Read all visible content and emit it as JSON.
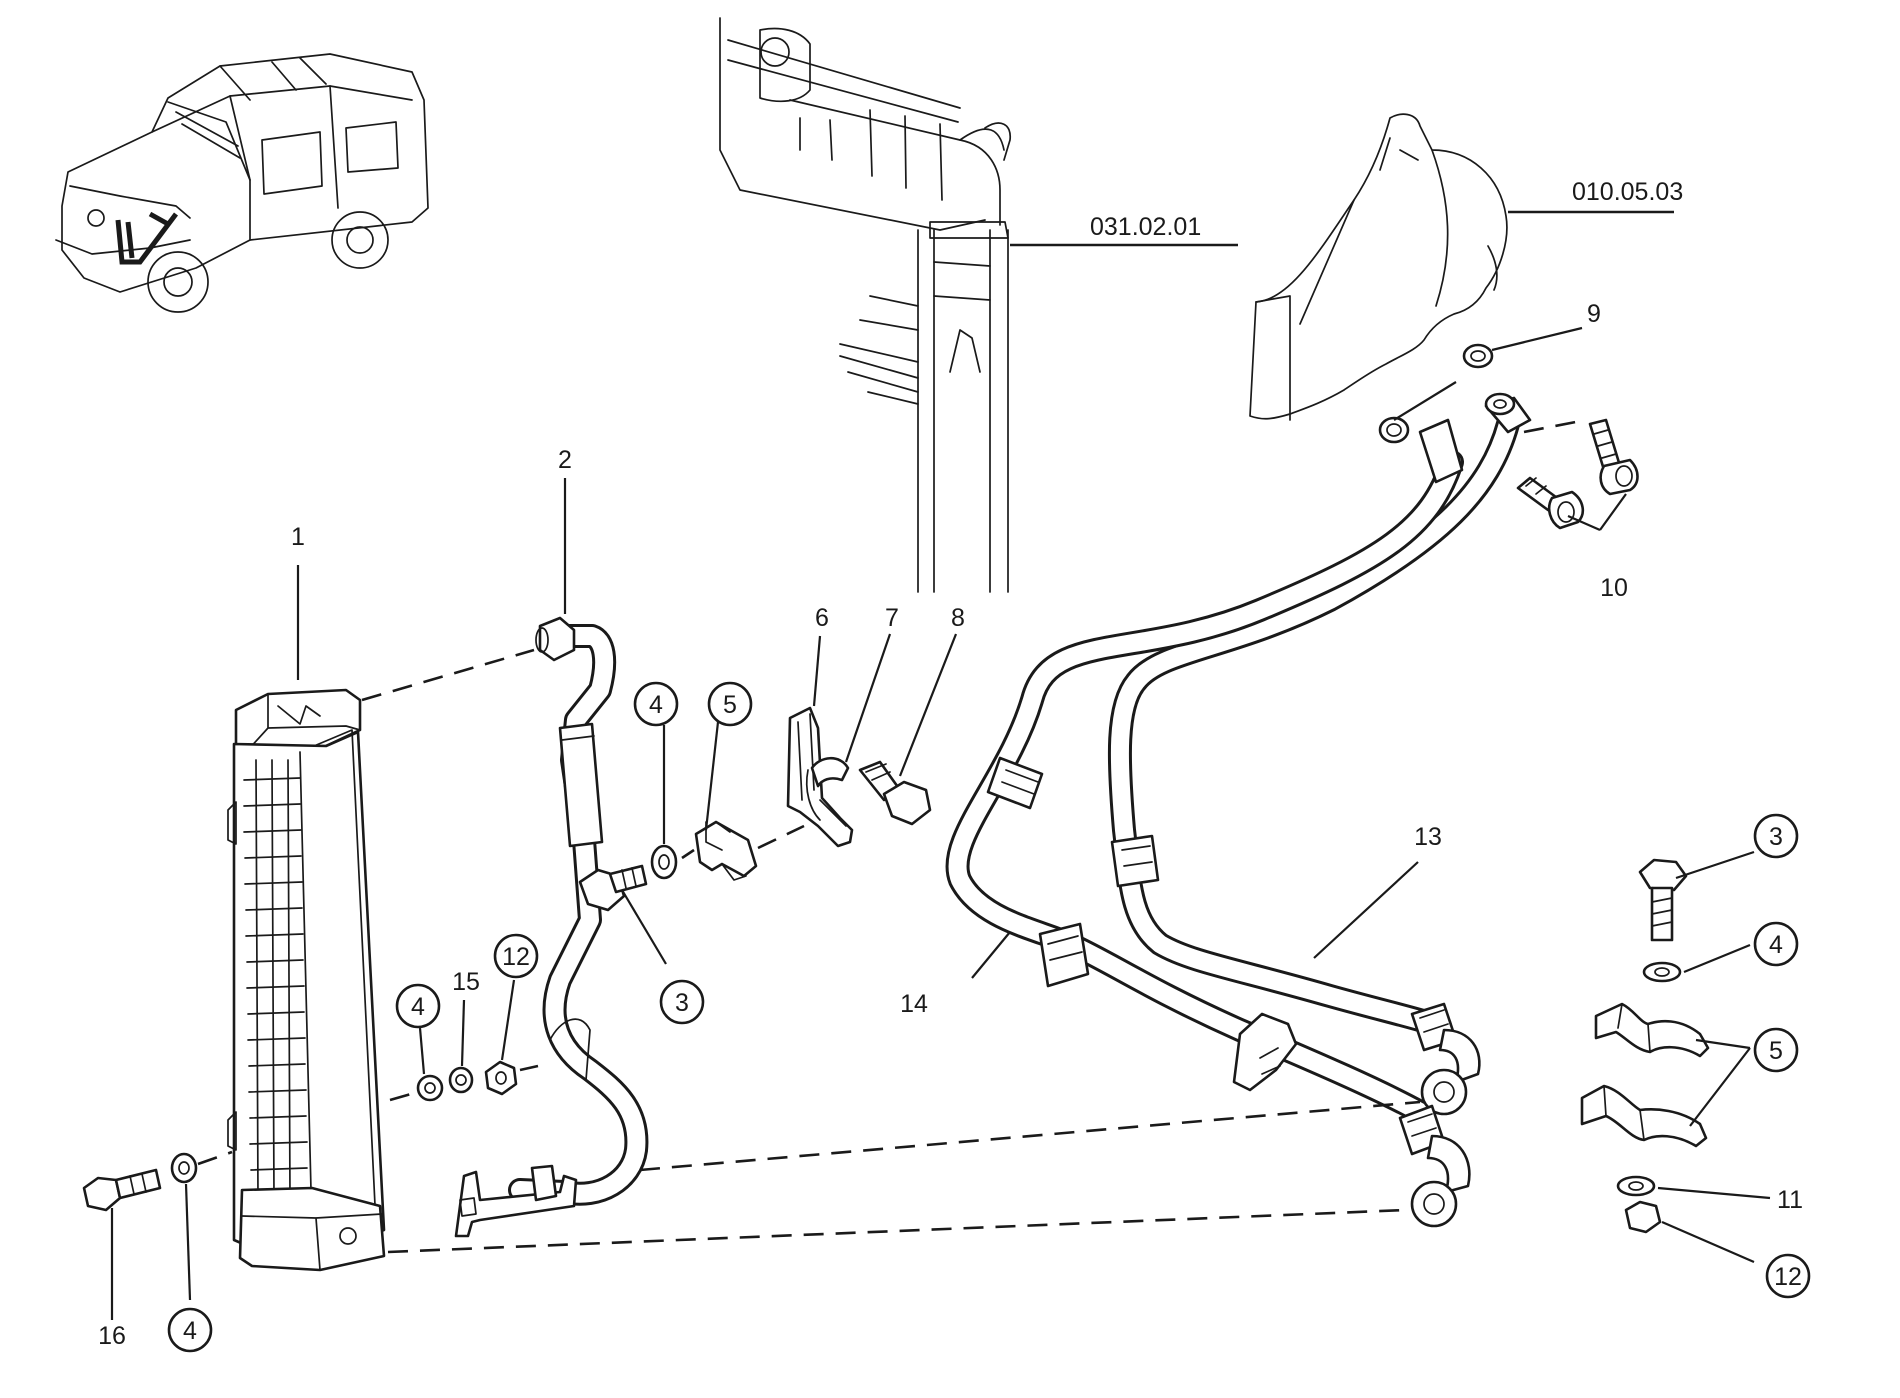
{
  "references": {
    "radiator": "031.02.01",
    "transmission": "010.05.03"
  },
  "callouts": [
    {
      "id": "c1",
      "text": "1",
      "circled": false
    },
    {
      "id": "c2",
      "text": "2",
      "circled": false
    },
    {
      "id": "c3a",
      "text": "3",
      "circled": true
    },
    {
      "id": "c4a",
      "text": "4",
      "circled": true
    },
    {
      "id": "c5a",
      "text": "5",
      "circled": true
    },
    {
      "id": "c6",
      "text": "6",
      "circled": false
    },
    {
      "id": "c7",
      "text": "7",
      "circled": false
    },
    {
      "id": "c8",
      "text": "8",
      "circled": false
    },
    {
      "id": "c9",
      "text": "9",
      "circled": false
    },
    {
      "id": "c10",
      "text": "10",
      "circled": false
    },
    {
      "id": "c4b",
      "text": "4",
      "circled": true
    },
    {
      "id": "c15",
      "text": "15",
      "circled": false
    },
    {
      "id": "c12a",
      "text": "12",
      "circled": true
    },
    {
      "id": "c16",
      "text": "16",
      "circled": false
    },
    {
      "id": "c4c",
      "text": "4",
      "circled": true
    },
    {
      "id": "c13",
      "text": "13",
      "circled": false
    },
    {
      "id": "c14",
      "text": "14",
      "circled": false
    },
    {
      "id": "c3b",
      "text": "3",
      "circled": true
    },
    {
      "id": "c4d",
      "text": "4",
      "circled": true
    },
    {
      "id": "c5b",
      "text": "5",
      "circled": true
    },
    {
      "id": "c11",
      "text": "11",
      "circled": false
    },
    {
      "id": "c12b",
      "text": "12",
      "circled": true
    }
  ]
}
